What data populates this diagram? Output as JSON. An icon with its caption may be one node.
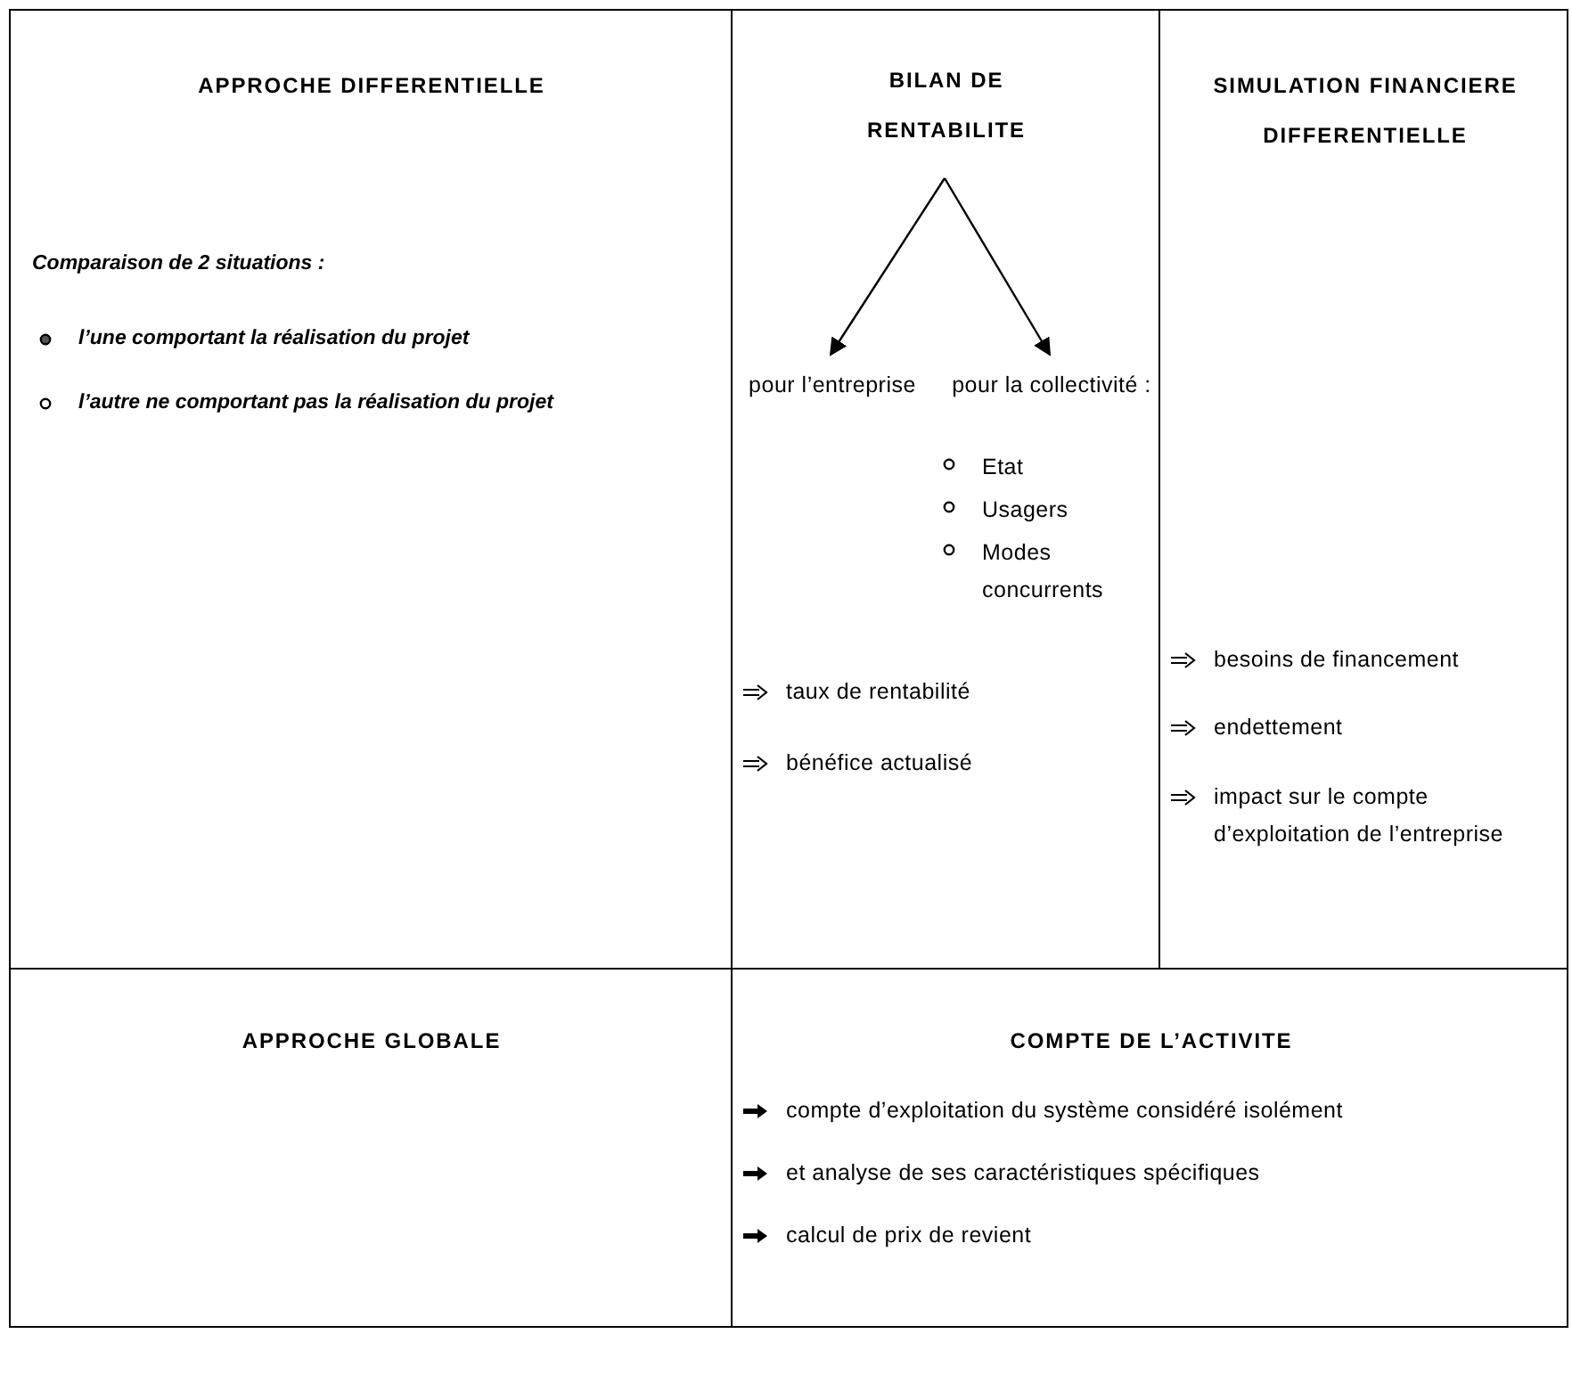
{
  "diagram": {
    "nodes": [
      {
        "text": [
          "APPROCHE DIFFERENTIELLE",
          "Comparaison de 2 situations :",
          "l’une comportant la réalisation du projet",
          "l’autre ne comportant pas la réalisation du projet"
        ]
      },
      {
        "text": [
          "taux de rentabilité",
          "bénéfice actualisé"
        ]
      },
      {
        "text": [
          "BILAN DE RENTABILITE"
        ],
        "in": 1
      },
      {
        "text": [
          "pour l’entreprise"
        ],
        "in": 1
      },
      {
        "text": [
          "pour la collectivité :",
          "Etat",
          "Usagers",
          "Modes concurrents"
        ],
        "in": 1
      },
      {
        "text": [
          "SIMULATION FINANCIERE DIFFERENTIELLE",
          "besoins de financement",
          "endettement",
          "impact sur le compte d’exploitation de l’entreprise"
        ]
      },
      {
        "text": [
          "APPROCHE GLOBALE"
        ]
      },
      {
        "text": [
          "COMPTE DE L’ACTIVITE",
          "compte d’exploitation du système considéré isolément",
          "et analyse de ses caractéristiques spécifiques",
          "calcul de prix de revient"
        ]
      }
    ],
    "edges": [
      {
        "from": 2,
        "to": 3,
        "arrow": "to"
      },
      {
        "from": 2,
        "to": 4,
        "arrow": "to"
      }
    ]
  }
}
